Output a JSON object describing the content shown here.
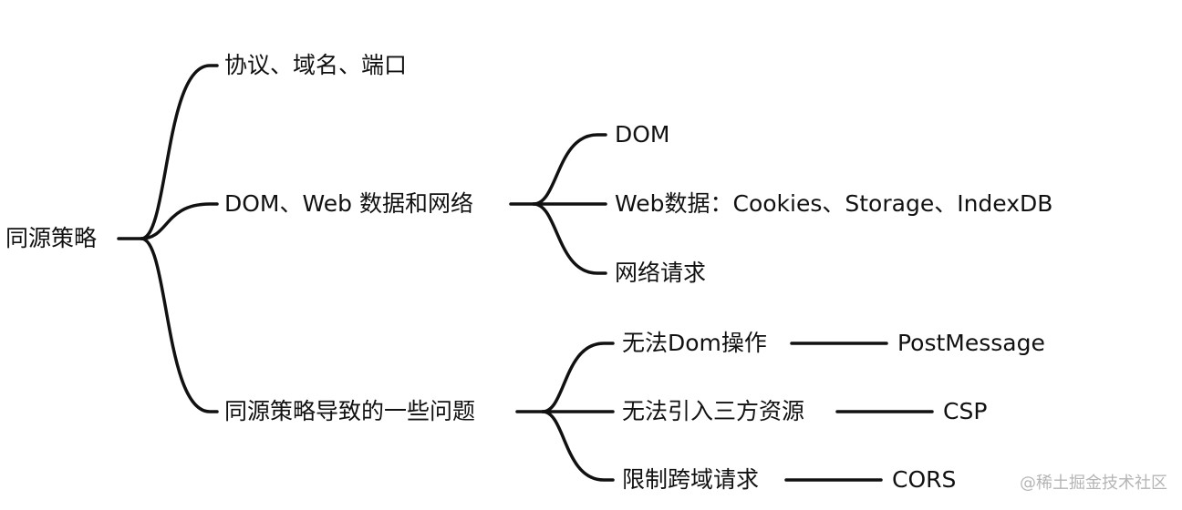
{
  "mindmap": {
    "root": {
      "label": "同源策略"
    },
    "branches": [
      {
        "label": "协议、域名、端口",
        "children": []
      },
      {
        "label": "DOM、Web 数据和网络",
        "children": [
          {
            "label": "DOM"
          },
          {
            "label": "Web数据：Cookies、Storage、IndexDB"
          },
          {
            "label": "网络请求"
          }
        ]
      },
      {
        "label": "同源策略导致的一些问题",
        "children": [
          {
            "label": "无法Dom操作",
            "solution": "PostMessage"
          },
          {
            "label": "无法引入三方资源",
            "solution": "CSP"
          },
          {
            "label": "限制跨域请求",
            "solution": "CORS"
          }
        ]
      }
    ]
  },
  "watermark": "@稀土掘金技术社区",
  "colors": {
    "line": "#111111",
    "text": "#111111",
    "watermark": "#b5b5b5",
    "background": "#ffffff"
  }
}
